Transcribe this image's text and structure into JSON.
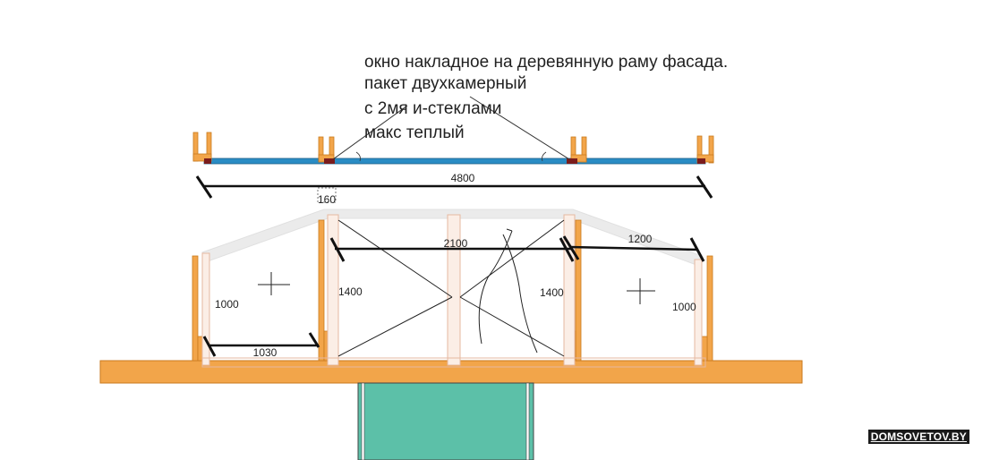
{
  "annotation": {
    "line1": "окно накладное на деревянную раму фасада.",
    "line2": "пакет двухкамерный",
    "line3": "с 2мя и-стеклами",
    "line4": "макс теплый"
  },
  "dimensions": {
    "total_width": "4800",
    "profile": "160",
    "center_span": "2100",
    "right_span": "1200",
    "left_span": "1030",
    "left_height": "1000",
    "mid_left_height": "1400",
    "mid_right_height": "1400",
    "right_height": "1000"
  },
  "watermark": "DOMSOVETOV.BY",
  "colors": {
    "wood": "#f2a54a",
    "wood_edge": "#c97a1f",
    "glass_top": "#2a8cc4",
    "teal": "#5cc0a8",
    "outline": "#e8e8e8"
  }
}
